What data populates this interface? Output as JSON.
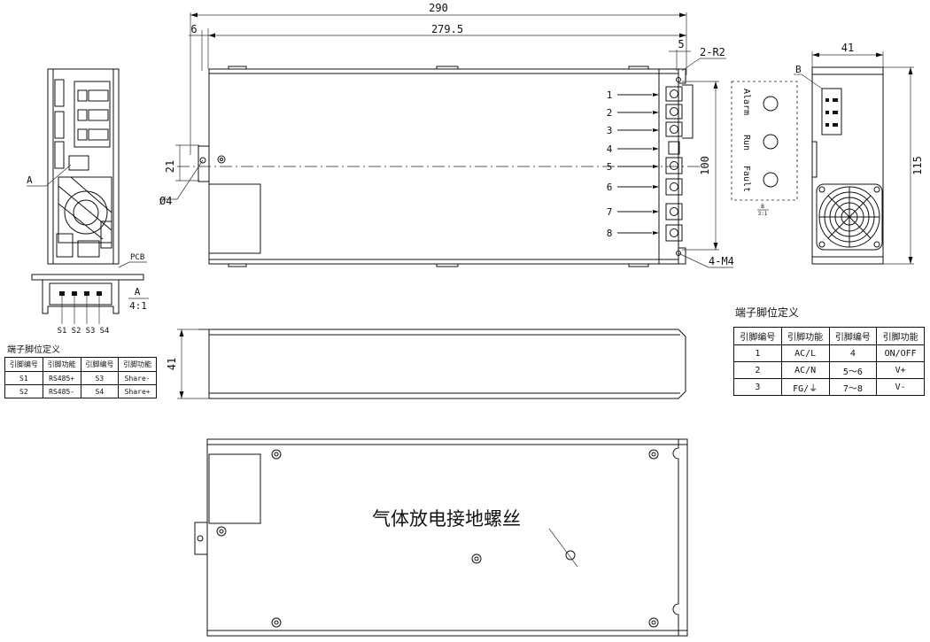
{
  "dimensions": {
    "overall_length": "290",
    "body_length": "279.5",
    "front_offset": "6",
    "tab_width": "5",
    "corner_radius": "2-R2",
    "body_height": "100",
    "hole_offset": "21",
    "hole_diameter": "Ø4",
    "mount_screws": "4-M4",
    "side_width": "41",
    "side_height": "115",
    "side_view_height": "41"
  },
  "labels": {
    "detail_a": "A",
    "detail_b": "B",
    "pcb": "PCB",
    "scale_ref": "A",
    "scale": "4:1",
    "b_scale_top": "B",
    "b_scale_bottom": "3:1",
    "pin_s1": "S1",
    "pin_s2": "S2",
    "pin_s3": "S3",
    "pin_s4": "S4",
    "led_alarm": "Alarm",
    "led_run": "Run",
    "led_fault": "Fault",
    "esd_screw_label": "气体放电接地螺丝"
  },
  "terminal_numbers": [
    "1",
    "2",
    "3",
    "4",
    "5",
    "6",
    "7",
    "8"
  ],
  "left_table": {
    "title": "端子脚位定义",
    "headers": [
      "引脚编号",
      "引脚功能",
      "引脚编号",
      "引脚功能"
    ],
    "rows": [
      [
        "S1",
        "RS485+",
        "S3",
        "Share-"
      ],
      [
        "S2",
        "RS485-",
        "S4",
        "Share+"
      ]
    ]
  },
  "right_table": {
    "title": "端子脚位定义",
    "headers": [
      "引脚编号",
      "引脚功能",
      "引脚编号",
      "引脚功能"
    ],
    "rows": [
      [
        "1",
        "AC/L",
        "4",
        "ON/OFF"
      ],
      [
        "2",
        "AC/N",
        "5～6",
        "V+"
      ],
      [
        "3",
        "FG/⏚",
        "7～8",
        "V-"
      ]
    ]
  }
}
